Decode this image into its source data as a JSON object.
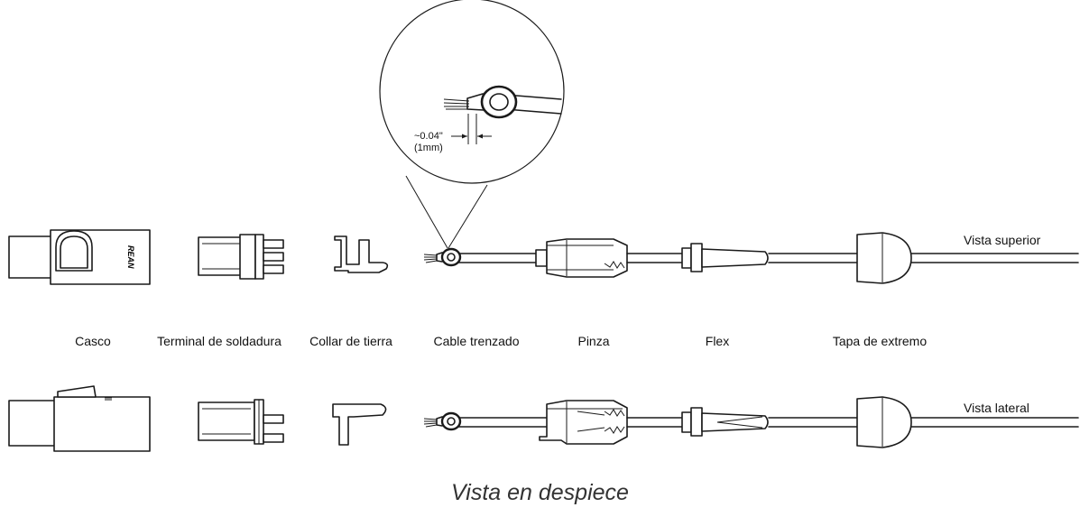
{
  "labels": {
    "casco": "Casco",
    "terminal": "Terminal de soldadura",
    "collar": "Collar de tierra",
    "cable": "Cable trenzado",
    "pinza": "Pinza",
    "flex": "Flex",
    "tapa": "Tapa de extremo"
  },
  "views": {
    "top": "Vista superior",
    "side": "Vista lateral"
  },
  "detail": {
    "dimension_in": "~0.04\"",
    "dimension_mm": "(1mm)"
  },
  "brand": "REAN",
  "title": "Vista en despiece"
}
